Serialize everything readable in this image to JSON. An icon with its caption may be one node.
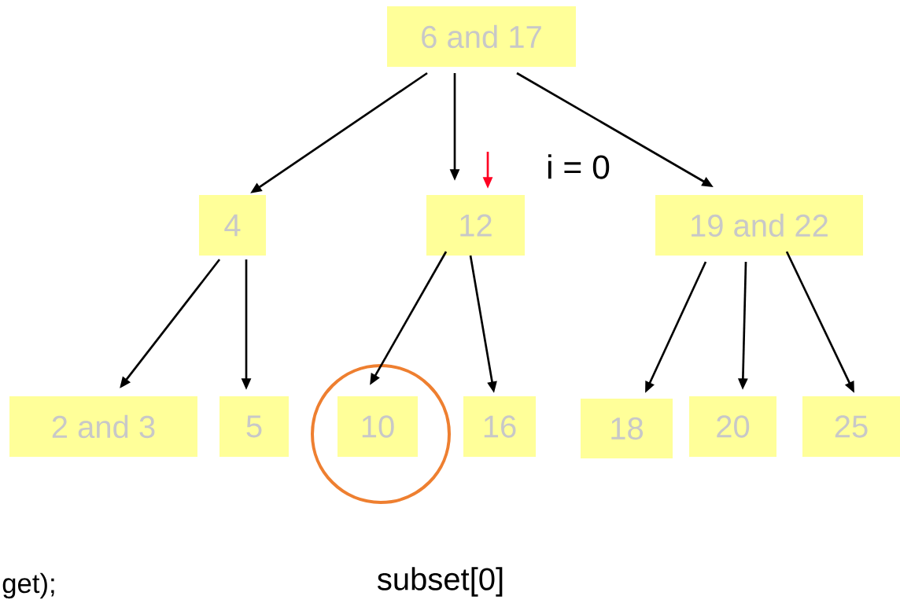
{
  "diagram": {
    "nodes": [
      {
        "text": [
          "6 and 17"
        ]
      },
      {
        "text": [
          "4"
        ]
      },
      {
        "text": [
          "12"
        ]
      },
      {
        "text": [
          "19 and 22"
        ]
      },
      {
        "text": [
          "2 and 3"
        ]
      },
      {
        "text": [
          "5"
        ]
      },
      {
        "text": [
          "10"
        ]
      },
      {
        "text": [
          "16"
        ]
      },
      {
        "text": [
          "18"
        ]
      },
      {
        "text": [
          "20"
        ]
      },
      {
        "text": [
          "25"
        ]
      }
    ],
    "edges": [
      {
        "from": 0,
        "to": 1,
        "arrow": "to"
      },
      {
        "from": 0,
        "to": 2,
        "arrow": "to"
      },
      {
        "from": 0,
        "to": 3,
        "arrow": "to"
      },
      {
        "from": 1,
        "to": 4,
        "arrow": "to"
      },
      {
        "from": 1,
        "to": 5,
        "arrow": "to"
      },
      {
        "from": 2,
        "to": 6,
        "arrow": "to"
      },
      {
        "from": 2,
        "to": 7,
        "arrow": "to"
      },
      {
        "from": 3,
        "to": 8,
        "arrow": "to"
      },
      {
        "from": 3,
        "to": 9,
        "arrow": "to"
      },
      {
        "from": 3,
        "to": 10,
        "arrow": "to"
      },
      {
        "from": null,
        "to": 2,
        "arrow": "to",
        "color": "#ff0022"
      }
    ],
    "labels": [
      "i = 0",
      "subset[0]",
      "get);"
    ]
  }
}
